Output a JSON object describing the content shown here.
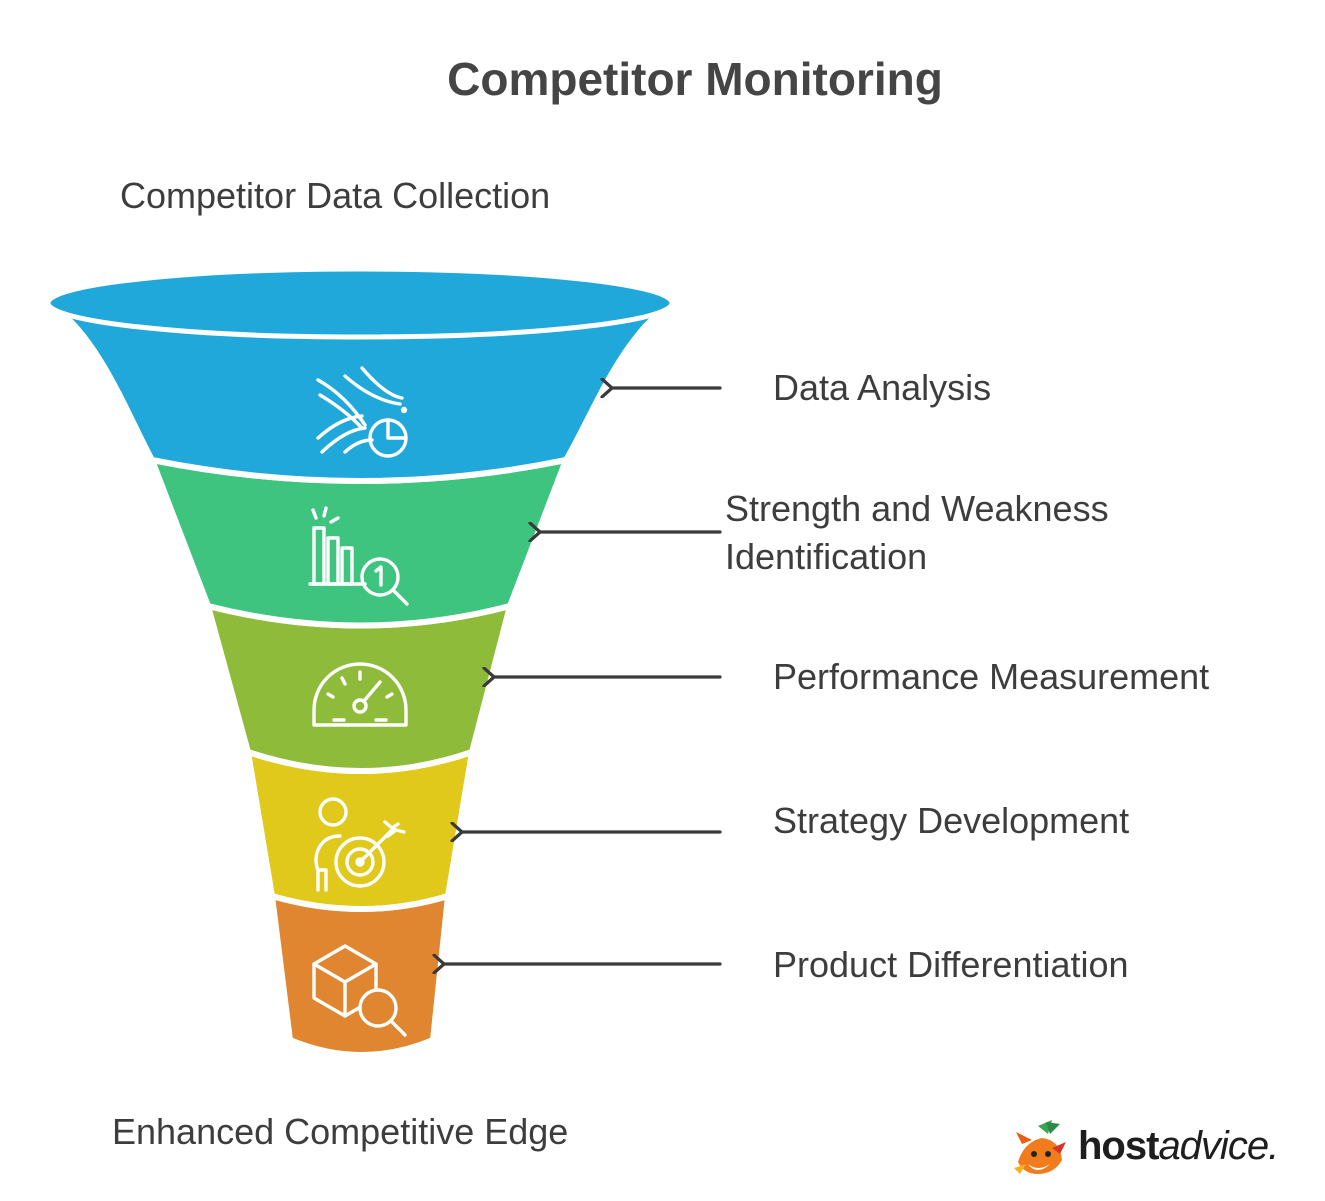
{
  "title": "Competitor Monitoring",
  "top_label": "Competitor Data Collection",
  "bottom_label": "Enhanced Competitive Edge",
  "steps": [
    {
      "label": "Data Analysis",
      "icon": "data-analysis-icon",
      "color": "#1fa8d9"
    },
    {
      "label": "Strength and Weakness Identification",
      "icon": "ranking-search-icon",
      "color": "#3ec47f"
    },
    {
      "label": "Performance Measurement",
      "icon": "speedometer-icon",
      "color": "#8fbb3b"
    },
    {
      "label": "Strategy Development",
      "icon": "person-target-icon",
      "color": "#e0c91b"
    },
    {
      "label": "Product Differentiation",
      "icon": "box-search-icon",
      "color": "#e08530"
    }
  ],
  "logo": {
    "bold": "host",
    "italic": "advice."
  }
}
